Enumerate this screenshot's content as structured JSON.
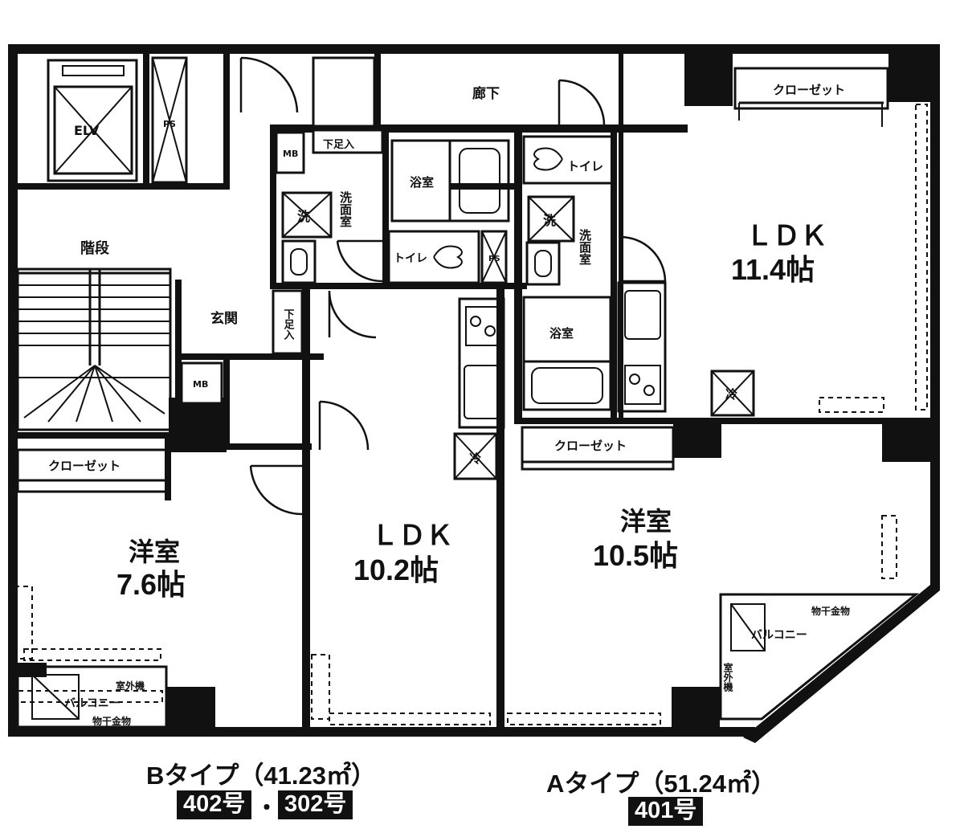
{
  "rooms": {
    "elv": "ELV",
    "ps1": "PS",
    "ps2": "PS",
    "stairs": "階段",
    "genkan_top": "玄関",
    "roka": "廊下",
    "closet_a_top": "クローゼット",
    "getabako_top": "下足入",
    "mb_top": "MB",
    "washroom_left": "洗面室",
    "bath_left": "浴室",
    "toilet_top": "トイレ",
    "toilet_mid": "トイレ",
    "washroom_right": "洗面室",
    "wash_left": "洗",
    "wash_right": "洗",
    "ldk_a": "ＬＤＫ",
    "ldk_a_size": "11.4帖",
    "genkan_b": "玄関",
    "getabako_b": "下足入",
    "mb_b": "MB",
    "bath_right": "浴室",
    "closet_b": "クローゼット",
    "closet_a_mid": "クローゼット",
    "fridge_a": "冷",
    "fridge_b": "冷",
    "yoshitsu_b": "洋室",
    "yoshitsu_b_size": "7.6帖",
    "ldk_b": "ＬＤＫ",
    "ldk_b_size": "10.2帖",
    "yoshitsu_a": "洋室",
    "yoshitsu_a_size": "10.5帖",
    "balcony_b": "バルコニー",
    "balcony_a": "バルコニー",
    "hoshi_b": "物干金物",
    "hoshi_a": "物干金物",
    "shitsugaiki_b": "室外機",
    "shitsugaiki_a": "室外機"
  },
  "captions": {
    "type_b": "Bタイプ（41.23㎡）",
    "type_a": "Aタイプ（51.24㎡）",
    "unit_402": "402号",
    "unit_302": "302号",
    "unit_sep": "・",
    "unit_401": "401号"
  }
}
